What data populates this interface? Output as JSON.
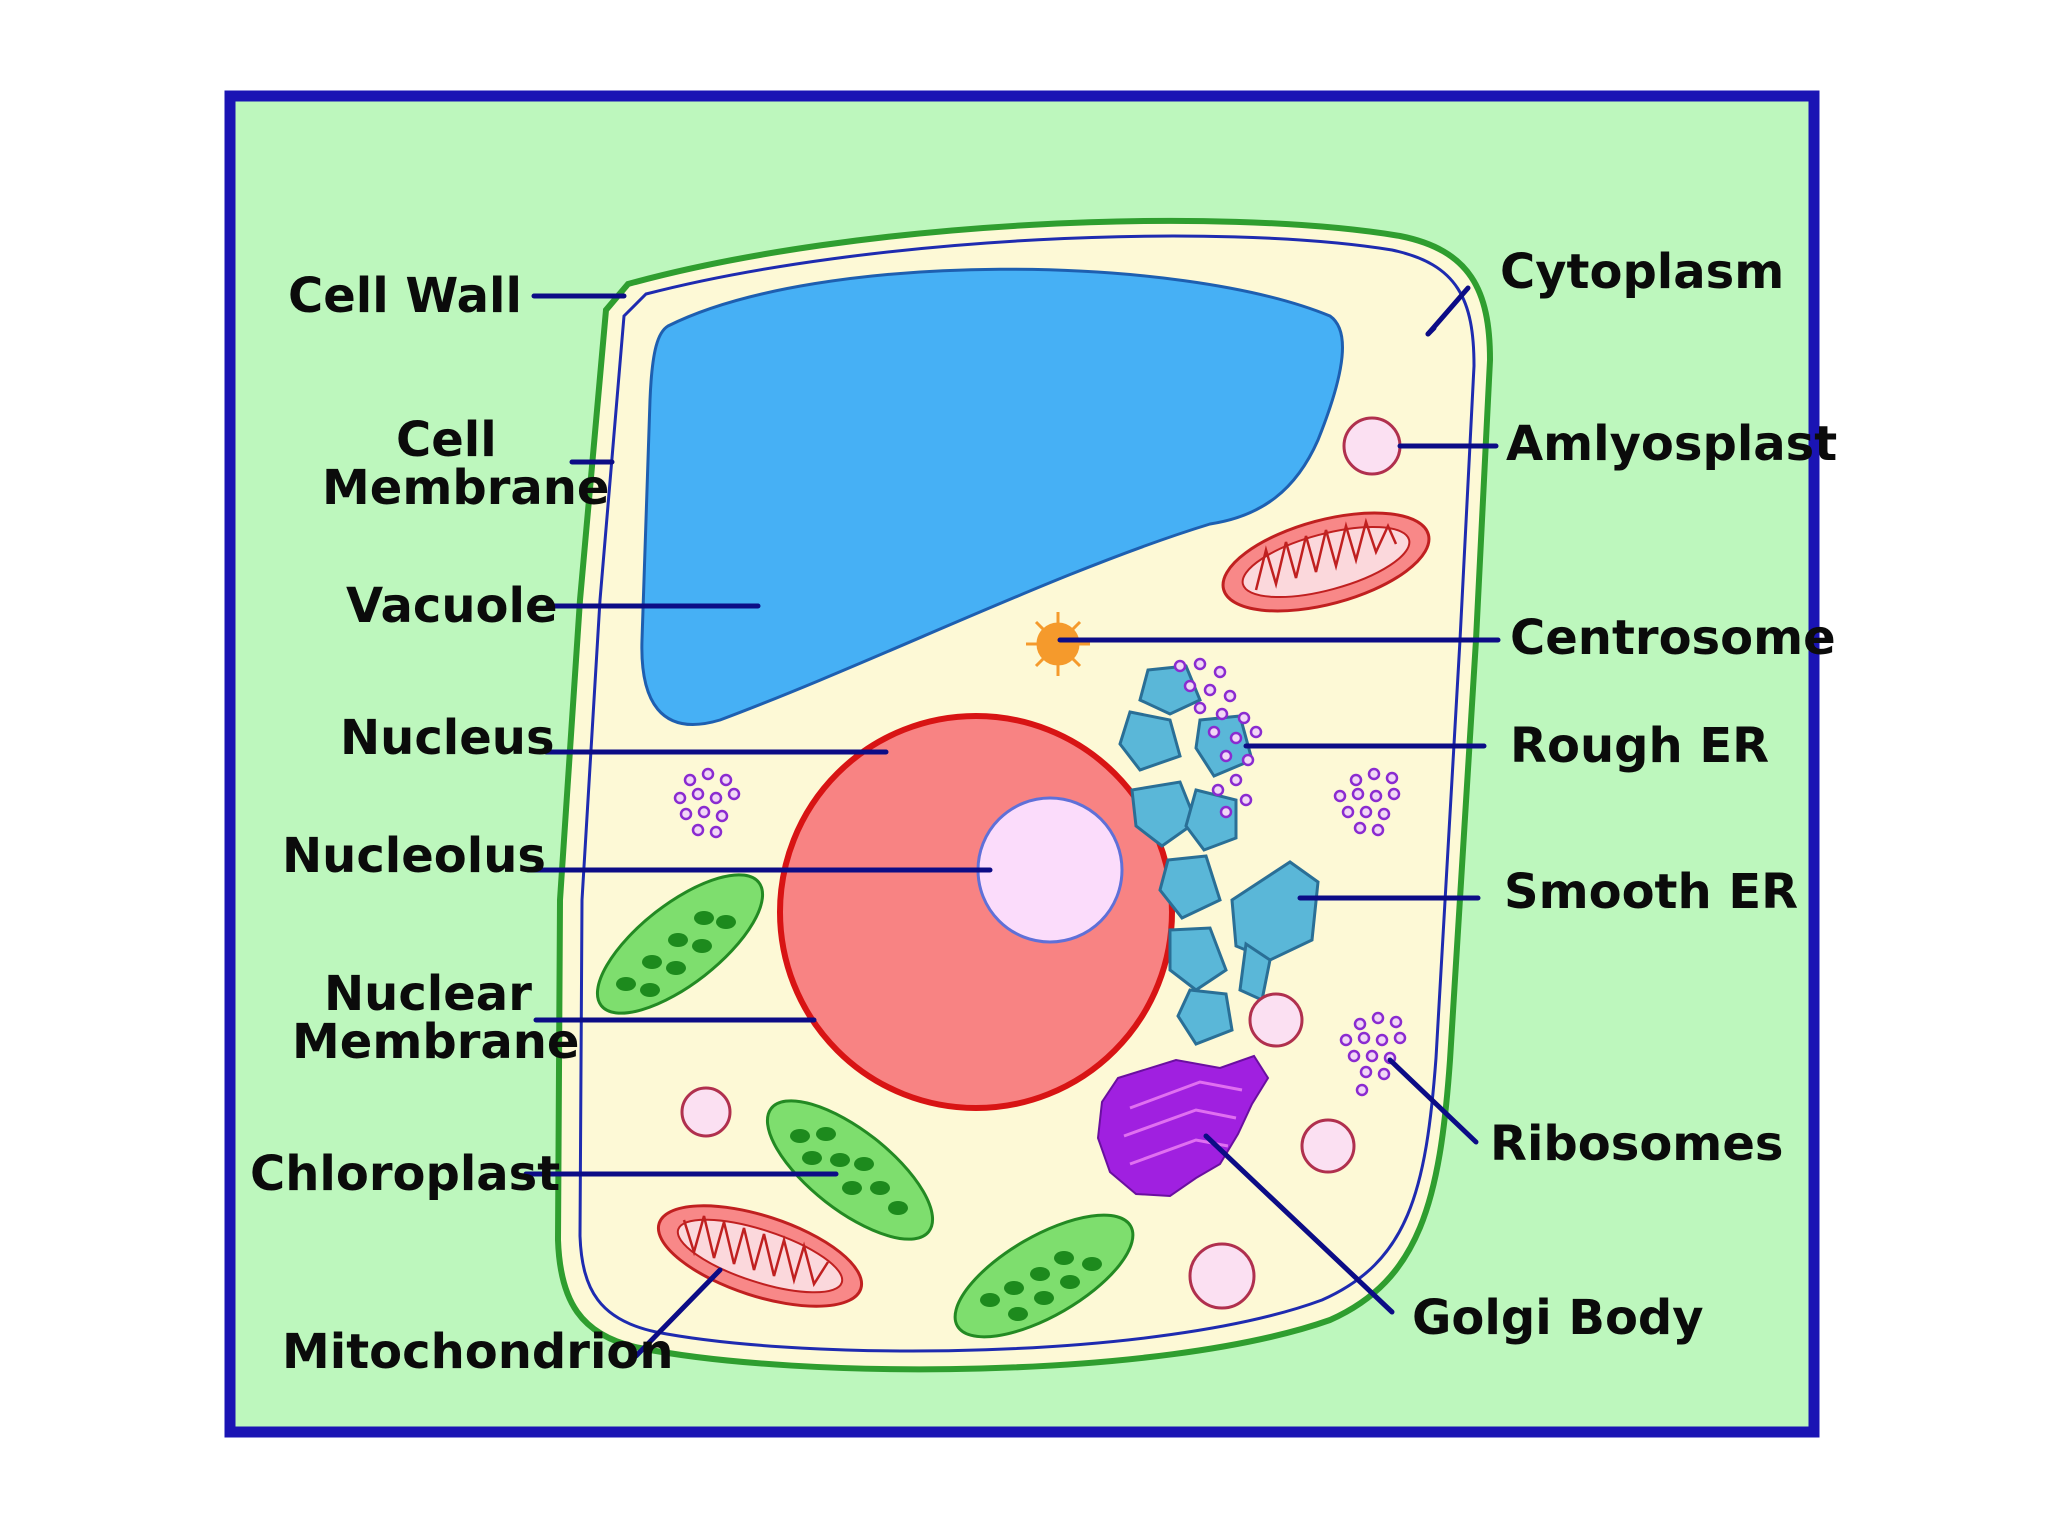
{
  "colors": {
    "frame_border": "#1a14b4",
    "background": "#bdf7bd",
    "cell_wall": "#2f9e2f",
    "cell_membrane": "#1e2bb0",
    "cytoplasm": "#fdf9d6",
    "vacuole": "#46b0f5",
    "nucleus": "#f88383",
    "nucleus_border": "#d81414",
    "nucleolus": "#fbdcfb",
    "leader_line": "#0c0c86",
    "chloroplast": "#7ede6e",
    "mitochondrion": "#f88888",
    "amyloplast": "#fbe0f2",
    "golgi": "#a020e0",
    "ribosome": "#9b30d0",
    "centrosome": "#f59a2c",
    "er": "#5ab7d8"
  },
  "labels": {
    "cell_wall": "Cell Wall",
    "cell_membrane_1": "Cell",
    "cell_membrane_2": "Membrane",
    "vacuole": "Vacuole",
    "nucleus": "Nucleus",
    "nucleolus": "Nucleolus",
    "nuclear_membrane_1": "Nuclear",
    "nuclear_membrane_2": "Membrane",
    "chloroplast": "Chloroplast",
    "mitochondrion": "Mitochondrion",
    "cytoplasm": "Cytoplasm",
    "amyloplast": "Amlyosplast",
    "centrosome": "Centrosome",
    "rough_er": "Rough ER",
    "smooth_er": "Smooth ER",
    "ribosomes": "Ribosomes",
    "golgi_body": "Golgi Body"
  }
}
